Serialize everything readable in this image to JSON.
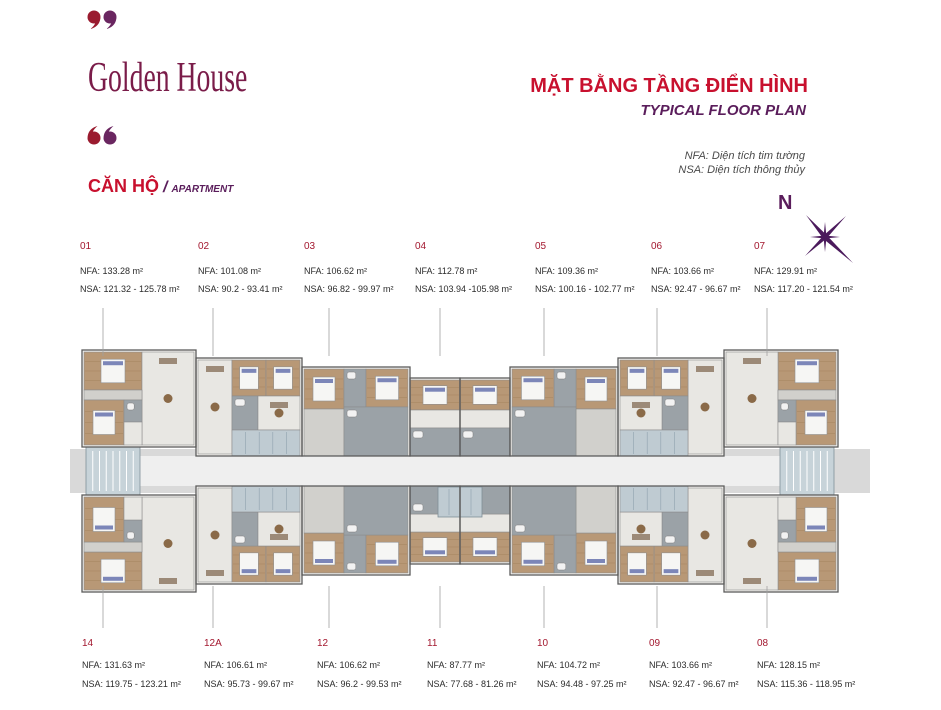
{
  "colors": {
    "red": "#c8102e",
    "purple": "#5a1d5b",
    "logo": "#7a1c49",
    "unit_number": "#a3182f",
    "ornament_red": "#9a1b2f",
    "ornament_purple": "#6a2660"
  },
  "icons": {
    "ornament": "quote-drop-icon",
    "compass": "compass-star-icon"
  },
  "logo": {
    "text": "Golden House"
  },
  "title": {
    "vi": "MẶT BẰNG TẦNG ĐIỂN HÌNH",
    "en": "TYPICAL FLOOR PLAN"
  },
  "legend": {
    "nfa": "NFA: Diện tích tim tường",
    "nsa": "NSA: Diện tích thông thủy"
  },
  "section": {
    "vi": "CĂN HỘ",
    "separator": "/",
    "en": "APARTMENT"
  },
  "compass": {
    "label": "N"
  },
  "units_top": [
    {
      "number": "01",
      "nfa": "NFA: 133.28 m²",
      "nsa": "NSA: 121.32 - 125.78 m²"
    },
    {
      "number": "02",
      "nfa": "NFA: 101.08 m²",
      "nsa": "NSA: 90.2 - 93.41 m²"
    },
    {
      "number": "03",
      "nfa": "NFA: 106.62 m²",
      "nsa": "NSA: 96.82 - 99.97 m²"
    },
    {
      "number": "04",
      "nfa": "NFA: 112.78 m²",
      "nsa": "NSA: 103.94 -105.98 m²"
    },
    {
      "number": "05",
      "nfa": "NFA: 109.36 m²",
      "nsa": "NSA: 100.16 - 102.77 m²"
    },
    {
      "number": "06",
      "nfa": "NFA: 103.66 m²",
      "nsa": "NSA: 92.47 - 96.67 m²"
    },
    {
      "number": "07",
      "nfa": "NFA: 129.91 m²",
      "nsa": "NSA: 117.20 - 121.54 m²"
    }
  ],
  "units_bottom": [
    {
      "number": "14",
      "nfa": "NFA: 131.63 m²",
      "nsa": "NSA: 119.75 - 123.21 m²"
    },
    {
      "number": "12A",
      "nfa": "NFA: 106.61 m²",
      "nsa": "NSA: 95.73 - 99.67 m²"
    },
    {
      "number": "12",
      "nfa": "NFA: 106.62 m²",
      "nsa": "NSA: 96.2 - 99.53 m²"
    },
    {
      "number": "11",
      "nfa": "NFA: 87.77 m²",
      "nsa": "NSA: 77.68 - 81.26 m²"
    },
    {
      "number": "10",
      "nfa": "NFA: 104.72 m²",
      "nsa": "NSA: 94.48 - 97.25 m²"
    },
    {
      "number": "09",
      "nfa": "NFA: 103.66 m²",
      "nsa": "NSA: 92.47 - 96.67 m²"
    },
    {
      "number": "08",
      "nfa": "NFA: 128.15 m²",
      "nsa": "NSA: 115.36 - 118.95 m²"
    }
  ]
}
